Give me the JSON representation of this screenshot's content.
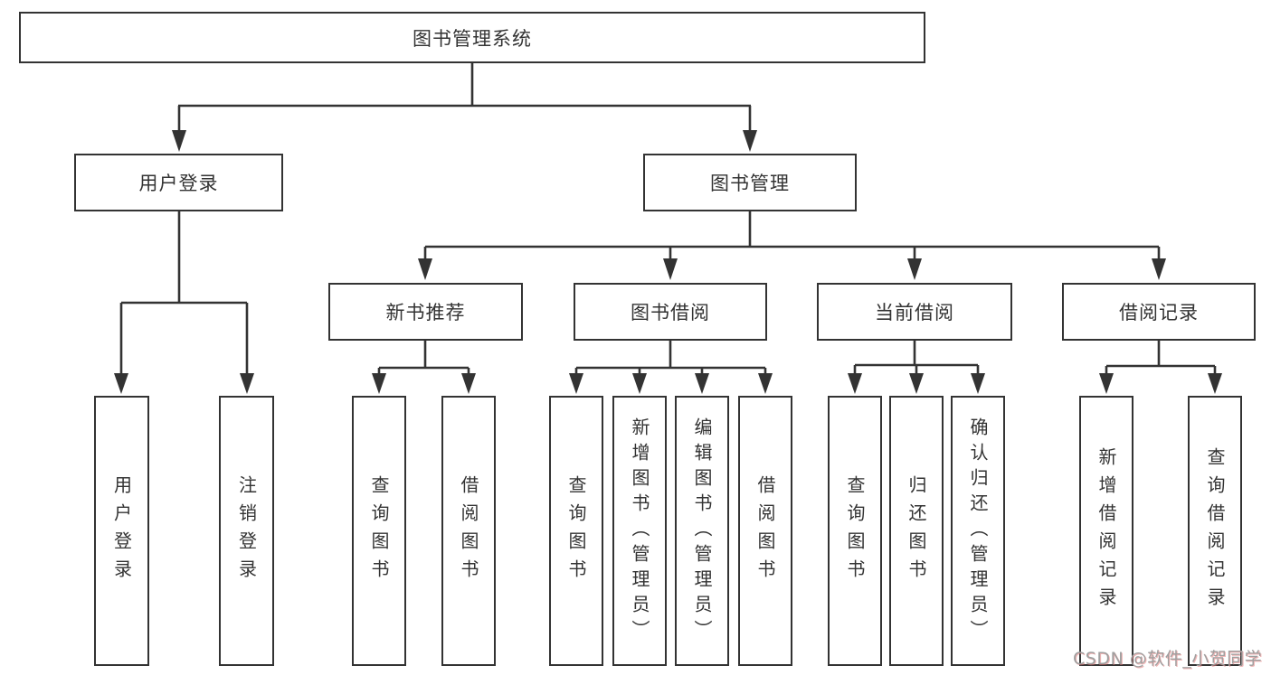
{
  "diagram": {
    "root": "图书管理系统",
    "branches": {
      "user_login": {
        "label": "用户登录",
        "children": [
          "用户登录",
          "注销登录"
        ]
      },
      "book_mgmt": {
        "label": "图书管理",
        "sections": {
          "new_books": {
            "label": "新书推荐",
            "children": [
              "查询图书",
              "借阅图书"
            ]
          },
          "book_borrow": {
            "label": "图书借阅",
            "children": [
              "查询图书",
              "新增图书（管理员）",
              "编辑图书（管理员）",
              "借阅图书"
            ]
          },
          "current_borrow": {
            "label": "当前借阅",
            "children": [
              "查询图书",
              "归还图书",
              "确认归还（管理员）"
            ]
          },
          "borrow_records": {
            "label": "借阅记录",
            "children": [
              "新增借阅记录",
              "查询借阅记录"
            ]
          }
        }
      }
    }
  },
  "watermark": {
    "text": "CSDN @软件_小贺同学"
  },
  "colors": {
    "line": "#333333",
    "box_border": "#333333",
    "text": "#333333",
    "background": "#ffffff",
    "watermark": "#9f9f9f"
  }
}
